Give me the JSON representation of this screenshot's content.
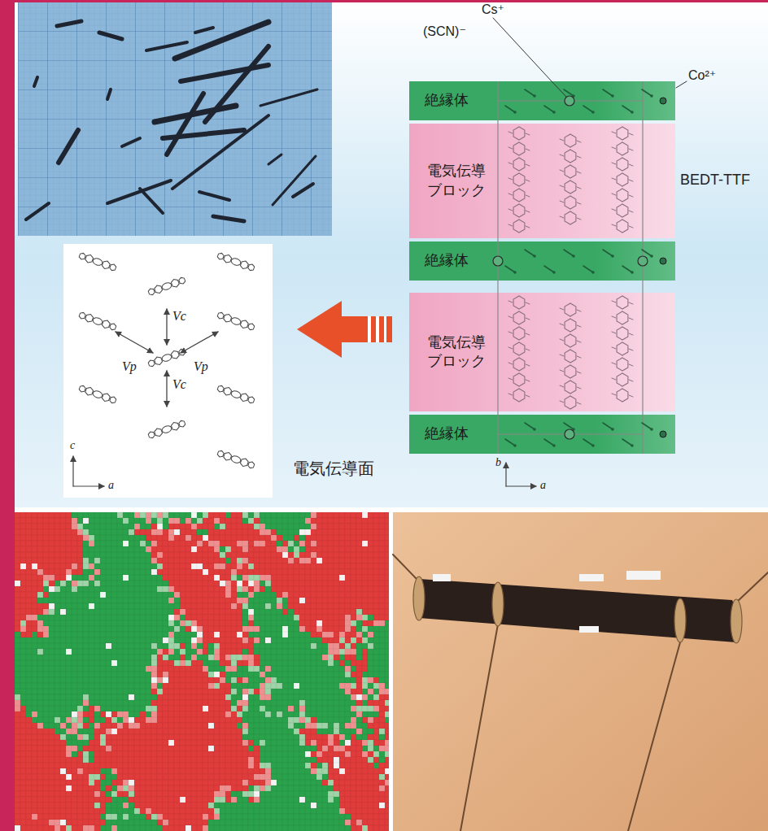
{
  "diagram": {
    "nodes": [
      {
        "text": [
          "絶縁体"
        ]
      },
      {
        "text": [
          "電気伝導 ブロック"
        ]
      },
      {
        "text": [
          "絶縁体"
        ]
      },
      {
        "text": [
          "電気伝導 ブロック"
        ]
      },
      {
        "text": [
          "絶縁体"
        ]
      }
    ],
    "labels": [
      "(SCN)⁻",
      "Cs⁺",
      "Co²⁺",
      "BEDT-TTF",
      "b",
      "a",
      "Vc",
      "Vp",
      "Vp",
      "Vc",
      "c",
      "a",
      "電気伝導面"
    ]
  }
}
